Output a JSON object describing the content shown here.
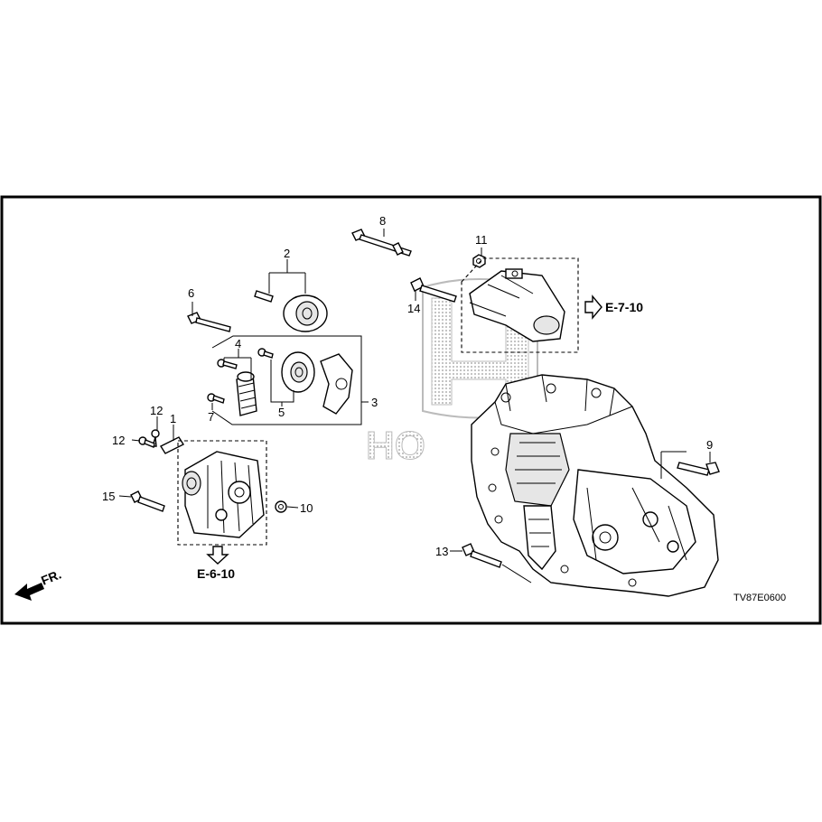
{
  "callouts": {
    "c1": "1",
    "c2": "2",
    "c3": "3",
    "c4": "4",
    "c5": "5",
    "c6": "6",
    "c7": "7",
    "c8": "8",
    "c9": "9",
    "c10": "10",
    "c11": "11",
    "c12a": "12",
    "c12b": "12",
    "c13": "13",
    "c14": "14",
    "c15": "15"
  },
  "references": {
    "starter": "E-7-10",
    "alternator": "E-6-10"
  },
  "direction_label": "FR.",
  "diagram_code": "TV87E0600",
  "watermark_text": "HO",
  "colors": {
    "line": "#000000",
    "background": "#ffffff",
    "watermark": "#bbbbbb"
  }
}
